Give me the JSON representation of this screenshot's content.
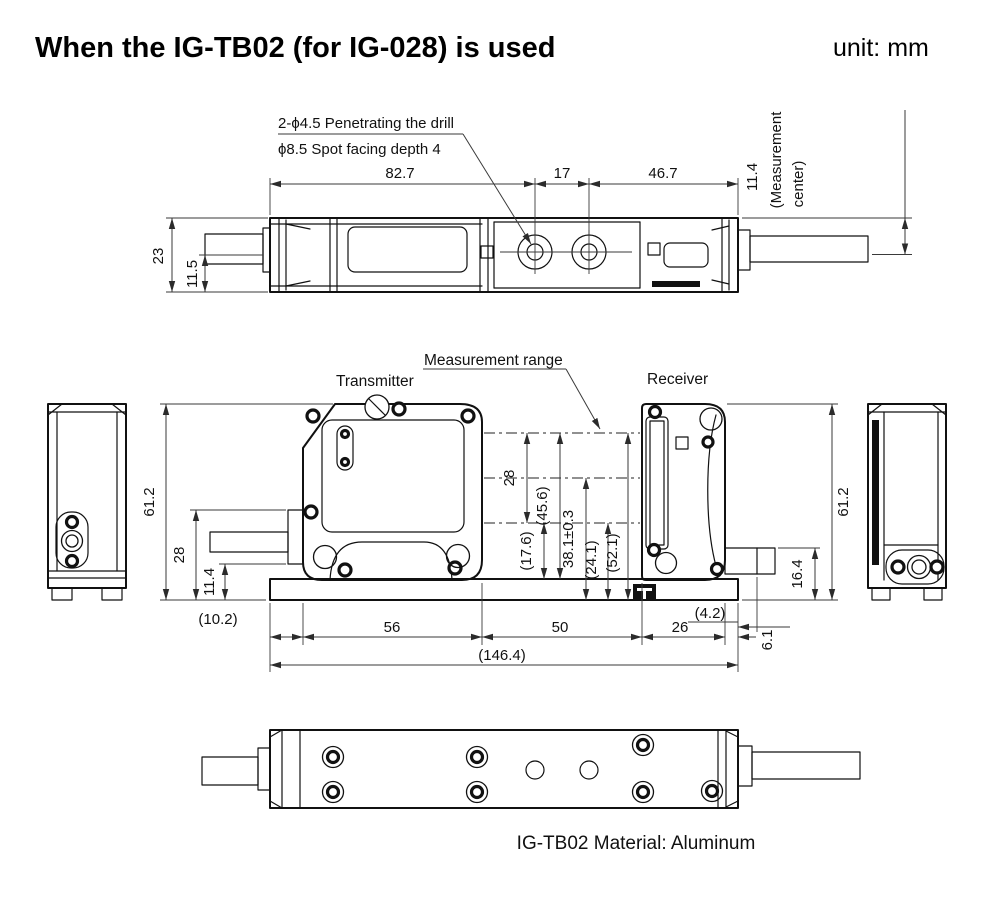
{
  "colors": {
    "line": "#111111",
    "dim": "#3a3a3a",
    "background": "#ffffff"
  },
  "header": {
    "title": "When the IG-TB02 (for IG-028) is used",
    "unit_label": "unit: mm"
  },
  "top_view": {
    "note_line1": "2-ϕ4.5 Penetrating the drill",
    "note_line2": "ϕ8.5 Spot facing depth 4",
    "dims": {
      "w_left": "82.7",
      "w_mid": "17",
      "w_right": "46.7",
      "depth": "23",
      "axis_from_bottom": "11.5",
      "meas_center": "11.4",
      "meas_center_note1": "(Measurement",
      "meas_center_note2": "center)"
    }
  },
  "front_view": {
    "transmitter_label": "Transmitter",
    "receiver_label": "Receiver",
    "measurement_range_label": "Measurement range",
    "dims": {
      "height": "61.2",
      "cable_height_left": "28",
      "tab_height_left": "11.4",
      "range": "28",
      "range_top": "(45.6)",
      "range_bottom": "(17.6)",
      "meas_center": "38.1±0.3",
      "window_bottom": "(24.1)",
      "window_top": "(52.1)",
      "cable_height_right": "16.4",
      "clamp_offset": "6.1",
      "overhang_left": "(10.2)",
      "transmitter_width": "56",
      "gap_width": "50",
      "receiver_width": "26",
      "overhang_right": "(4.2)",
      "overall_width": "(146.4)"
    }
  },
  "bottom_view": {
    "caption": "IG-TB02 Material: Aluminum"
  }
}
